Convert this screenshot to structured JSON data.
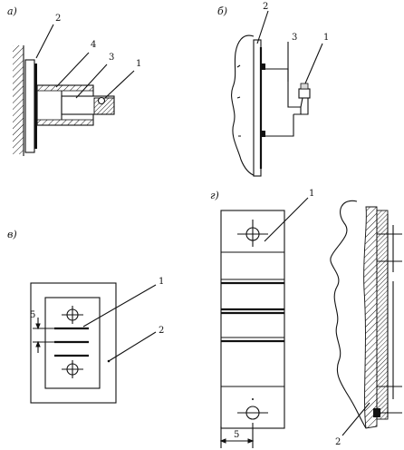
{
  "panels": {
    "a": {
      "label": "а)",
      "callouts": [
        "2",
        "4",
        "3",
        "1"
      ]
    },
    "b": {
      "label": "б)",
      "callouts": [
        "2",
        "3",
        "1"
      ]
    },
    "v": {
      "label": "в)",
      "callouts": [
        "1",
        "2"
      ],
      "dimension": "5"
    },
    "g": {
      "label": "г)",
      "callouts": [
        "1",
        "2"
      ],
      "dimension": "5"
    }
  }
}
